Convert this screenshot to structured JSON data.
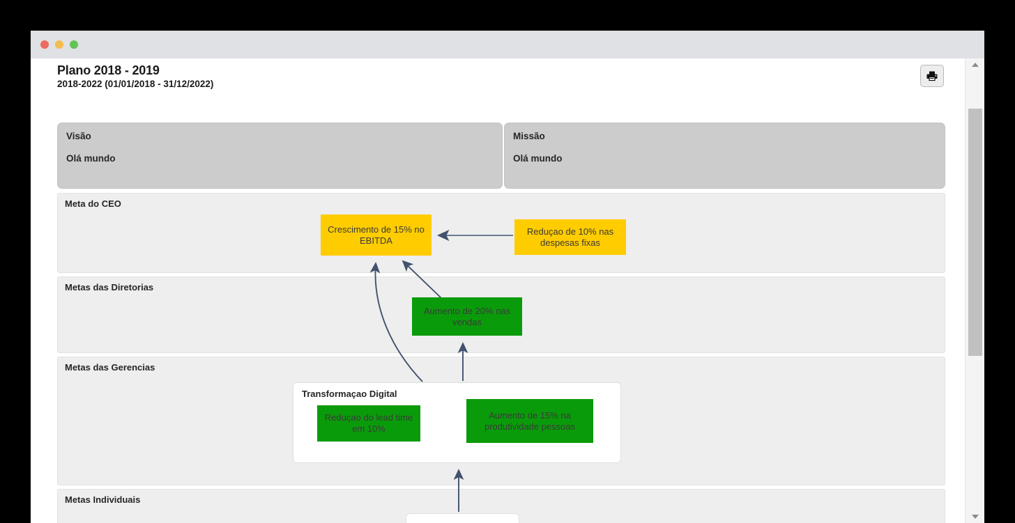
{
  "window": {
    "traffic_lights": [
      "close",
      "minimize",
      "maximize"
    ]
  },
  "header": {
    "title": "Plano 2018 - 2019",
    "period": "2018-2022 (01/01/2018 - 31/12/2022)",
    "print_icon": "printer-icon"
  },
  "vision": {
    "title": "Visão",
    "text": "Olá mundo"
  },
  "mission": {
    "title": "Missão",
    "text": "Olá mundo"
  },
  "lanes": [
    {
      "label": "Meta do CEO"
    },
    {
      "label": "Metas das Diretorias"
    },
    {
      "label": "Metas das Gerencias"
    },
    {
      "label": "Metas Individuais"
    }
  ],
  "diagram": {
    "nodes": [
      {
        "id": "ebitda",
        "label": "Crescimento de 15% no EBITDA",
        "color": "#FFCC00",
        "lane": "Meta do CEO"
      },
      {
        "id": "despesas",
        "label": "Reduçao de 10% nas despesas fixas",
        "color": "#FFCC00",
        "lane": "Meta do CEO"
      },
      {
        "id": "vendas",
        "label": "Aumento de 20% nas vendas",
        "color": "#0a9b0a",
        "lane": "Metas das Diretorias"
      },
      {
        "id": "leadtime",
        "label": "Reduçao do lead time em 10%",
        "color": "#0a9b0a",
        "lane": "Metas das Gerencias"
      },
      {
        "id": "produtividade",
        "label": "Aumento de 15% na produtividade pessoas",
        "color": "#0a9b0a",
        "lane": "Metas das Gerencias"
      }
    ],
    "groups": [
      {
        "id": "transformacao",
        "title": "Transformaçao Digital",
        "lane": "Metas das Gerencias"
      }
    ],
    "edge_color": "#42526e"
  },
  "scrollbar": {
    "up_icon": "caret-up-icon",
    "down_icon": "caret-down-icon"
  }
}
